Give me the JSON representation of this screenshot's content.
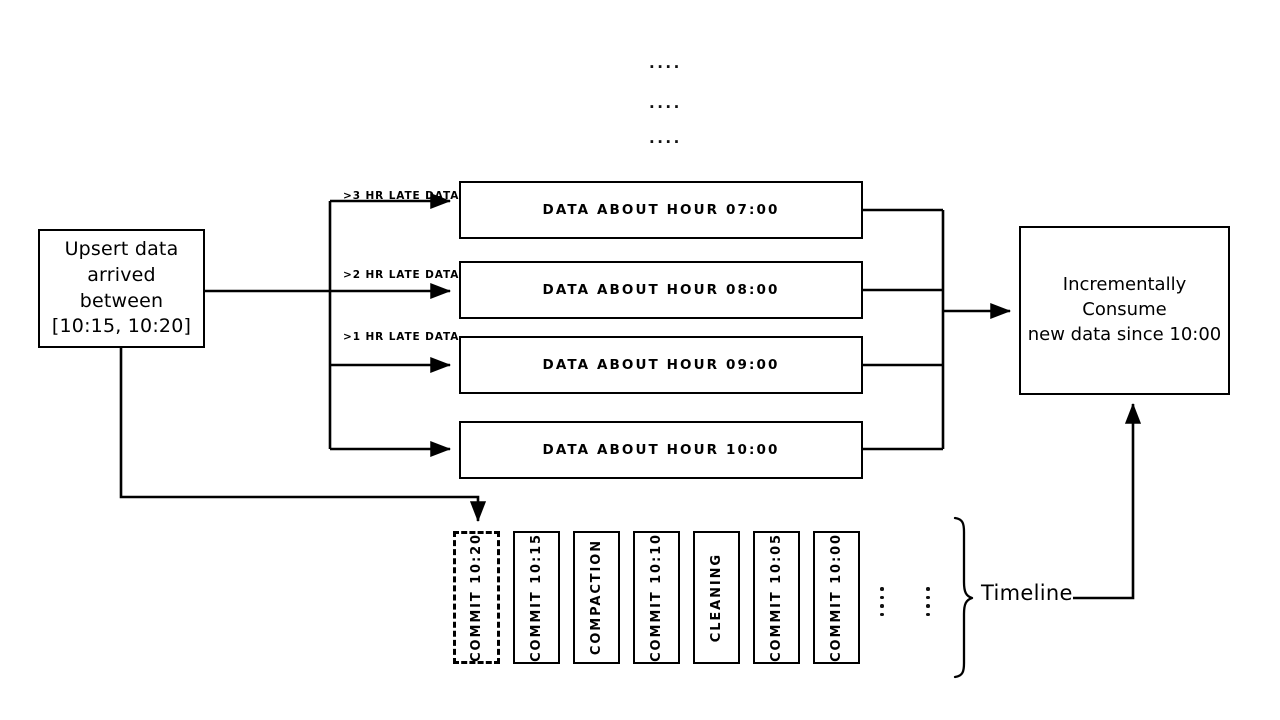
{
  "diagram": {
    "title": "Hudi incremental upsert and timeline diagram",
    "background": "#ffffff",
    "line_color": "#000000"
  },
  "source": {
    "name": "upsert-source",
    "text": "Upsert data\narrived between\n[10:15, 10:20]"
  },
  "edge_labels": [
    {
      "text": ">3 HR LATE DATA"
    },
    {
      "text": ">2 HR LATE DATA"
    },
    {
      "text": ">1 HR LATE DATA"
    }
  ],
  "hour_partitions": [
    {
      "text": "DATA ABOUT HOUR 07:00"
    },
    {
      "text": "DATA ABOUT HOUR 08:00"
    },
    {
      "text": "DATA ABOUT HOUR 09:00"
    },
    {
      "text": "DATA ABOUT HOUR 10:00"
    }
  ],
  "consumer": {
    "name": "incremental-consumer",
    "text": "Incrementally Consume\nnew data since 10:00"
  },
  "top_ellipsis": [
    {
      "text": "...."
    },
    {
      "text": "...."
    },
    {
      "text": "...."
    }
  ],
  "timeline": {
    "label": "Timeline",
    "commits": [
      {
        "text": "COMMIT 10:20",
        "style": "dashed"
      },
      {
        "text": "COMMIT 10:15",
        "style": "solid"
      },
      {
        "text": "COMPACTION",
        "style": "solid"
      },
      {
        "text": "COMMIT 10:10",
        "style": "solid"
      },
      {
        "text": "CLEANING",
        "style": "solid"
      },
      {
        "text": "COMMIT 10:05",
        "style": "solid"
      },
      {
        "text": "COMMIT 10:00",
        "style": "solid"
      }
    ],
    "continuation_dots": 2
  }
}
